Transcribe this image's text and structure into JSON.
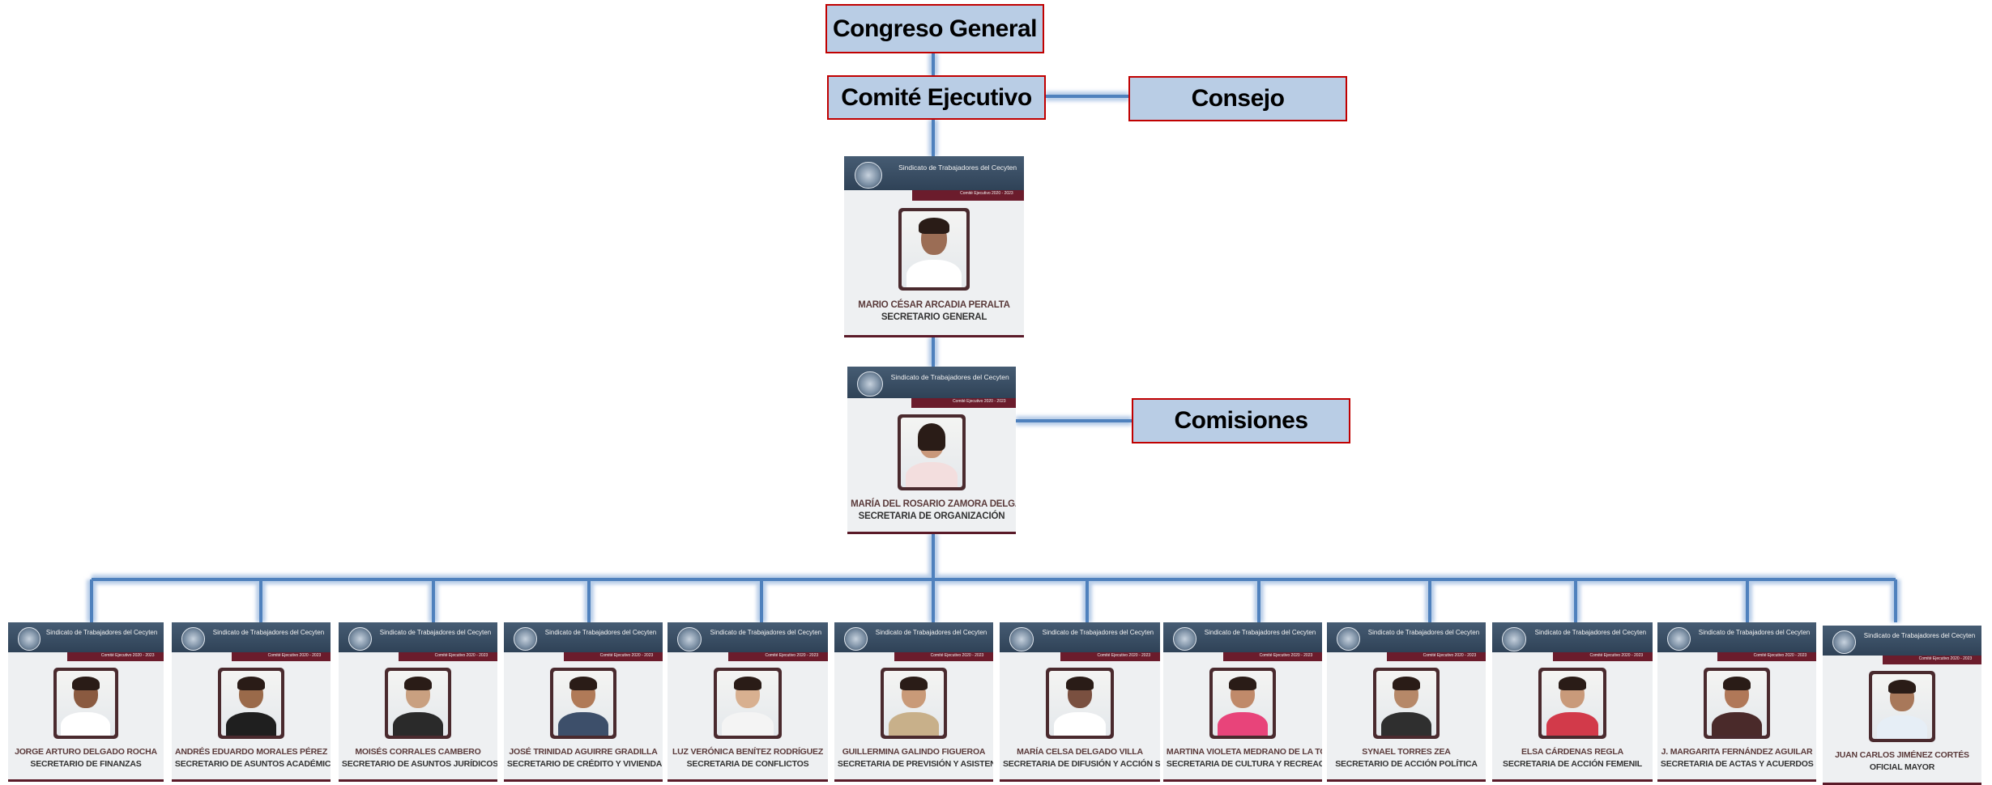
{
  "top_boxes": {
    "congreso": "Congreso General",
    "comite": "Comité Ejecutivo",
    "consejo": "Consejo",
    "comisiones": "Comisiones"
  },
  "card_header": {
    "org": "Sindicato de Trabajadores del Cecyten",
    "period": "Comité Ejecutivo 2020 - 2023"
  },
  "general": {
    "name": "MARIO CÉSAR ARCADIA PERALTA",
    "role": "SECRETARIO GENERAL"
  },
  "organizacion": {
    "name": "MARÍA DEL ROSARIO ZAMORA DELGADO",
    "role": "SECRETARIA DE ORGANIZACIÓN"
  },
  "secretaries": [
    {
      "name": "JORGE ARTURO DELGADO ROCHA",
      "role": "SECRETARIO DE FINANZAS"
    },
    {
      "name": "ANDRÉS EDUARDO MORALES PÉREZ",
      "role": "SECRETARIO DE ASUNTOS ACADÉMICOS"
    },
    {
      "name": "MOISÉS CORRALES CAMBERO",
      "role": "SECRETARIO DE ASUNTOS JURÍDICOS"
    },
    {
      "name": "JOSÉ TRINIDAD AGUIRRE GRADILLA",
      "role": "SECRETARIO DE CRÉDITO Y VIVIENDA"
    },
    {
      "name": "LUZ VERÓNICA BENÍTEZ RODRÍGUEZ",
      "role": "SECRETARIA DE CONFLICTOS"
    },
    {
      "name": "GUILLERMINA GALINDO FIGUEROA",
      "role": "SECRETARIA DE PREVISIÓN Y ASISTENCIA"
    },
    {
      "name": "MARÍA CELSA DELGADO VILLA",
      "role": "SECRETARIA DE DIFUSIÓN Y ACCIÓN SOCIAL"
    },
    {
      "name": "MARTINA VIOLETA MEDRANO DE LA TORRE",
      "role": "SECRETARIA DE CULTURA Y RECREACIÓN"
    },
    {
      "name": "SYNAEL TORRES ZEA",
      "role": "SECRETARIO DE ACCIÓN POLÍTICA"
    },
    {
      "name": "ELSA CÁRDENAS REGLA",
      "role": "SECRETARIA DE ACCIÓN FEMENIL"
    },
    {
      "name": "J. MARGARITA FERNÁNDEZ AGUILAR",
      "role": "SECRETARIA DE ACTAS Y ACUERDOS"
    },
    {
      "name": "JUAN CARLOS JIMÉNEZ CORTÉS",
      "role": "OFICIAL MAYOR"
    }
  ],
  "colors": {
    "box_fill": "#b9cde5",
    "box_border": "#c00000",
    "connector": "#4f81bd",
    "card_header": "#2f4257",
    "card_accent": "#6b1c2c"
  }
}
